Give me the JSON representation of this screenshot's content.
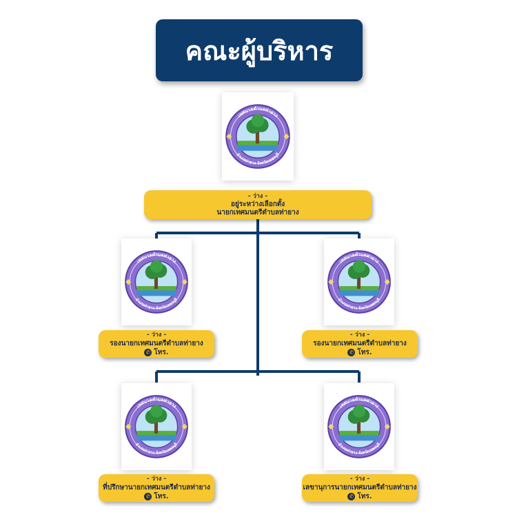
{
  "title": "คณะผู้บริหาร",
  "seal": {
    "top_text": "เทศบาลตำบลท่ายาง",
    "bottom_text": "อำเภอท่ายาง จังหวัดเพชรบุรี",
    "colors": {
      "ring": "#8a6fd0",
      "ring_dark": "#5b3fa3",
      "sky": "#bfe3f6",
      "tree": "#2f8a3a",
      "water": "#3f8fcf",
      "grass": "#5cae3a"
    }
  },
  "mayor": {
    "status": "- ว่าง -",
    "note": "อยู่ระหว่างเลือกตั้ง",
    "position": "นายกเทศมนตรีตำบลท่ายาง"
  },
  "members": [
    {
      "status": "- ว่าง -",
      "position": "รองนายกเทศมนตรีตำบลท่ายาง",
      "phone": "โทร."
    },
    {
      "status": "- ว่าง -",
      "position": "รองนายกเทศมนตรีตำบลท่ายาง",
      "phone": "โทร."
    },
    {
      "status": "- ว่าง -",
      "position": "ที่ปรึกษานายกเทศมนตรีตำบลท่ายาง",
      "phone": "โทร."
    },
    {
      "status": "- ว่าง -",
      "position": "เลขานุการนายกเทศมนตรีตำบลท่ายาง",
      "phone": "โทร."
    }
  ],
  "colors": {
    "title_bg": "#0d3b6b",
    "card_bg": "#f7c72f",
    "connector": "#0d3b6b"
  }
}
